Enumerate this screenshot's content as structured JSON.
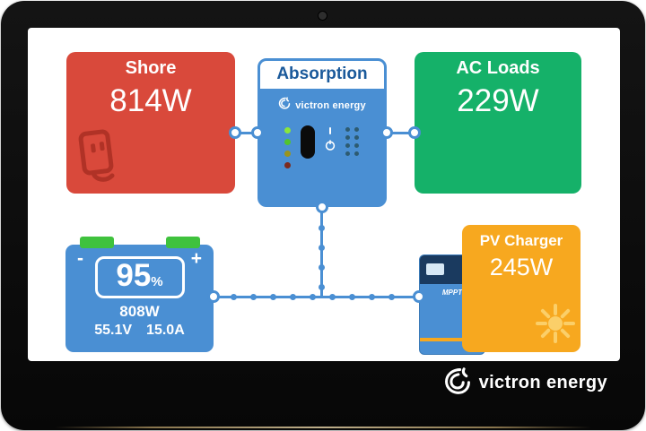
{
  "colors": {
    "shore_red": "#d9493b",
    "victron_blue": "#4a8fd3",
    "loads_green": "#15b169",
    "pv_orange": "#f7a81f",
    "battery_cap_green": "#3fc23d",
    "state_text_blue": "#1b5a9b"
  },
  "tiles": {
    "shore": {
      "title": "Shore",
      "value": "814W"
    },
    "inverter": {
      "state": "Absorption",
      "brand": "victron energy"
    },
    "ac_loads": {
      "title": "AC Loads",
      "value": "229W"
    },
    "battery": {
      "soc": "95",
      "soc_unit": "%",
      "power": "808W",
      "voltage": "55.1V",
      "current": "15.0A",
      "terminal_minus": "-",
      "terminal_plus": "+"
    },
    "pv_charger": {
      "title": "PV Charger",
      "value": "245W"
    }
  },
  "mppt": {
    "label": "MPPT"
  },
  "footer": {
    "brand": "victron energy"
  }
}
